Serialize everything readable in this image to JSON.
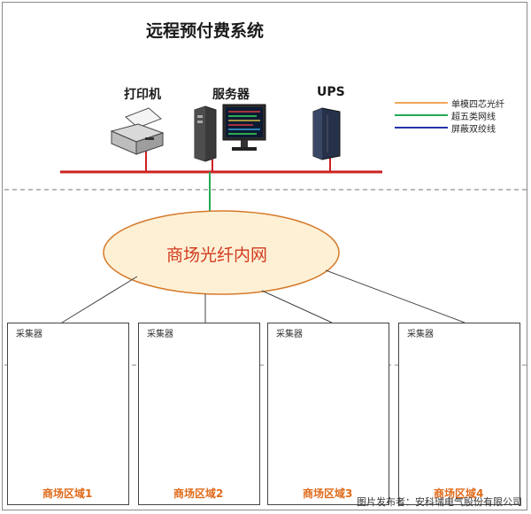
{
  "title": "远程预付费系统",
  "devices": {
    "printer": "打印机",
    "server": "服务器",
    "ups": "UPS"
  },
  "legend": [
    {
      "label": "单模四芯光纤",
      "color": "#f2a65a"
    },
    {
      "label": "超五类网线",
      "color": "#22aa55"
    },
    {
      "label": "屏蔽双绞线",
      "color": "#2233aa"
    }
  ],
  "network": "商场光纤内网",
  "collector": "采集器",
  "zones": [
    "商场区域1",
    "商场区域2",
    "商场区域3",
    "商场区域4"
  ],
  "footer": "图片发布者：安科瑞电气股份有限公司",
  "colors": {
    "bus": "#cc2222",
    "cloud_fill": "#fdf0d5",
    "cloud_stroke": "#d67a2a",
    "screen": "#1a7fd8"
  }
}
